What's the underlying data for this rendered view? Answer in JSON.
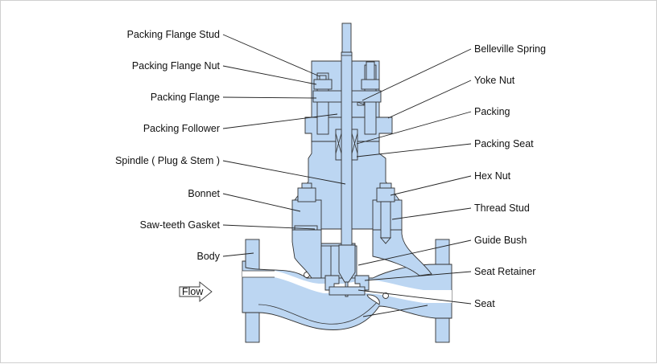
{
  "diagram": {
    "title": "Control valve cross-section",
    "fill_color": "#bcd6f2",
    "left_labels": [
      {
        "id": "packing-flange-stud",
        "text": "Packing Flange Stud"
      },
      {
        "id": "packing-flange-nut",
        "text": "Packing Flange Nut"
      },
      {
        "id": "packing-flange",
        "text": "Packing Flange"
      },
      {
        "id": "packing-follower",
        "text": "Packing Follower"
      },
      {
        "id": "spindle",
        "text": "Spindle ( Plug & Stem )"
      },
      {
        "id": "bonnet",
        "text": "Bonnet"
      },
      {
        "id": "saw-teeth-gasket",
        "text": "Saw-teeth Gasket"
      },
      {
        "id": "body",
        "text": "Body"
      }
    ],
    "right_labels": [
      {
        "id": "belleville-spring",
        "text": "Belleville Spring"
      },
      {
        "id": "yoke-nut",
        "text": "Yoke Nut"
      },
      {
        "id": "packing",
        "text": "Packing"
      },
      {
        "id": "packing-seat",
        "text": "Packing Seat"
      },
      {
        "id": "hex-nut",
        "text": "Hex Nut"
      },
      {
        "id": "thread-stud",
        "text": "Thread Stud"
      },
      {
        "id": "guide-bush",
        "text": "Guide Bush"
      },
      {
        "id": "seat-retainer",
        "text": "Seat Retainer"
      },
      {
        "id": "seat",
        "text": "Seat"
      }
    ],
    "flow_label": "Flow"
  }
}
